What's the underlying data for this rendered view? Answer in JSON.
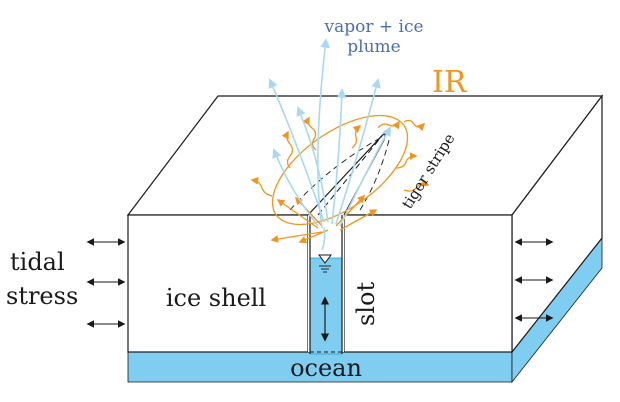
{
  "labels": {
    "plume_line1": "vapor + ice",
    "plume_line2": "plume",
    "ir": "IR",
    "tiger_stripe": "tiger stripe",
    "tidal_line1": "tidal",
    "tidal_line2": "stress",
    "ice_shell": "ice shell",
    "slot": "slot",
    "ocean": "ocean"
  },
  "colors": {
    "ocean": "#7fcdf0",
    "ocean_edge": "#2a9fd6",
    "ir": "#f0961e",
    "plume": "#a8d8f2",
    "plume_text": "#4a6fb0",
    "outline": "#1a1a1a"
  }
}
